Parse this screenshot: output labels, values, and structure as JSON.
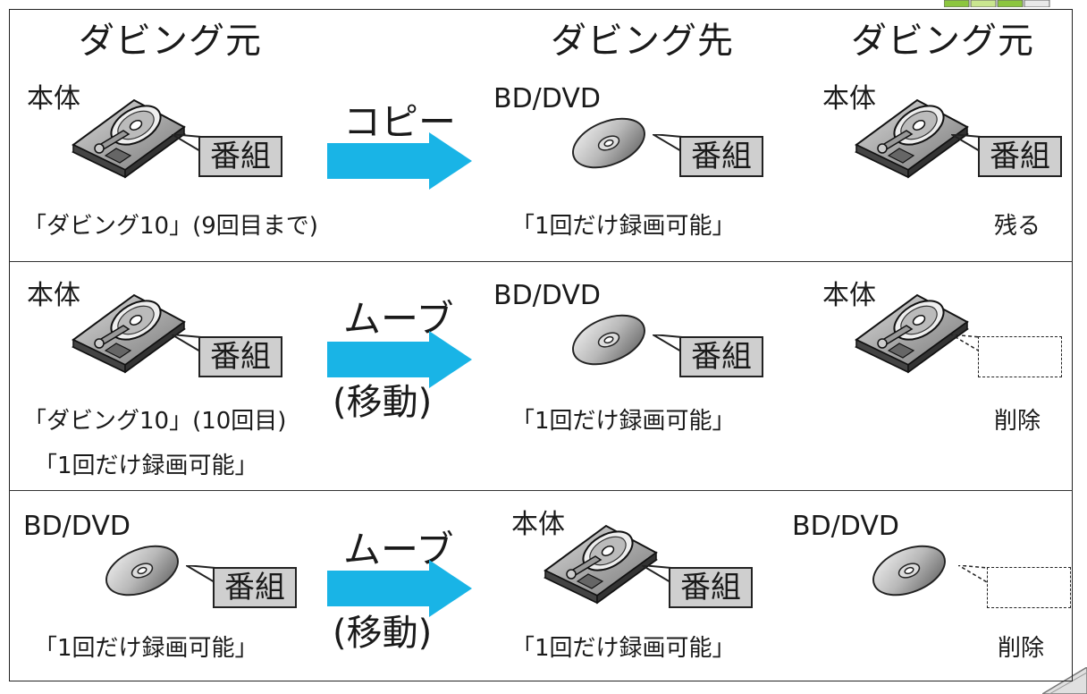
{
  "headers": {
    "source": "ダビング元",
    "destination": "ダビング先",
    "source_after": "ダビング元"
  },
  "rows": [
    {
      "source_device": "本体",
      "source_caption_1": "「ダビング10」(9回目まで)",
      "operation": "コピー",
      "operation_sub": "",
      "dest_device": "BD/DVD",
      "dest_caption": "「1回だけ録画可能」",
      "after_device": "本体",
      "result": "残る"
    },
    {
      "source_device": "本体",
      "source_caption_1": "「ダビング10」(10回目)",
      "source_caption_2": "「1回だけ録画可能」",
      "operation": "ムーブ",
      "operation_sub": "(移動)",
      "dest_device": "BD/DVD",
      "dest_caption": "「1回だけ録画可能」",
      "after_device": "本体",
      "result": "削除"
    },
    {
      "source_device": "BD/DVD",
      "source_caption_1": "「1回だけ録画可能」",
      "operation": "ムーブ",
      "operation_sub": "(移動)",
      "dest_device": "本体",
      "dest_caption": "「1回だけ録画可能」",
      "after_device": "BD/DVD",
      "result": "削除"
    }
  ],
  "program_label": "番組",
  "colors": {
    "arrow": "#19b4e6",
    "program_fill": "#cfcfcf",
    "accent_green": "#8cc63f"
  },
  "icons": {
    "hdd": "hard-disk-drive-icon",
    "disc": "optical-disc-icon",
    "arrow": "right-arrow-icon"
  }
}
